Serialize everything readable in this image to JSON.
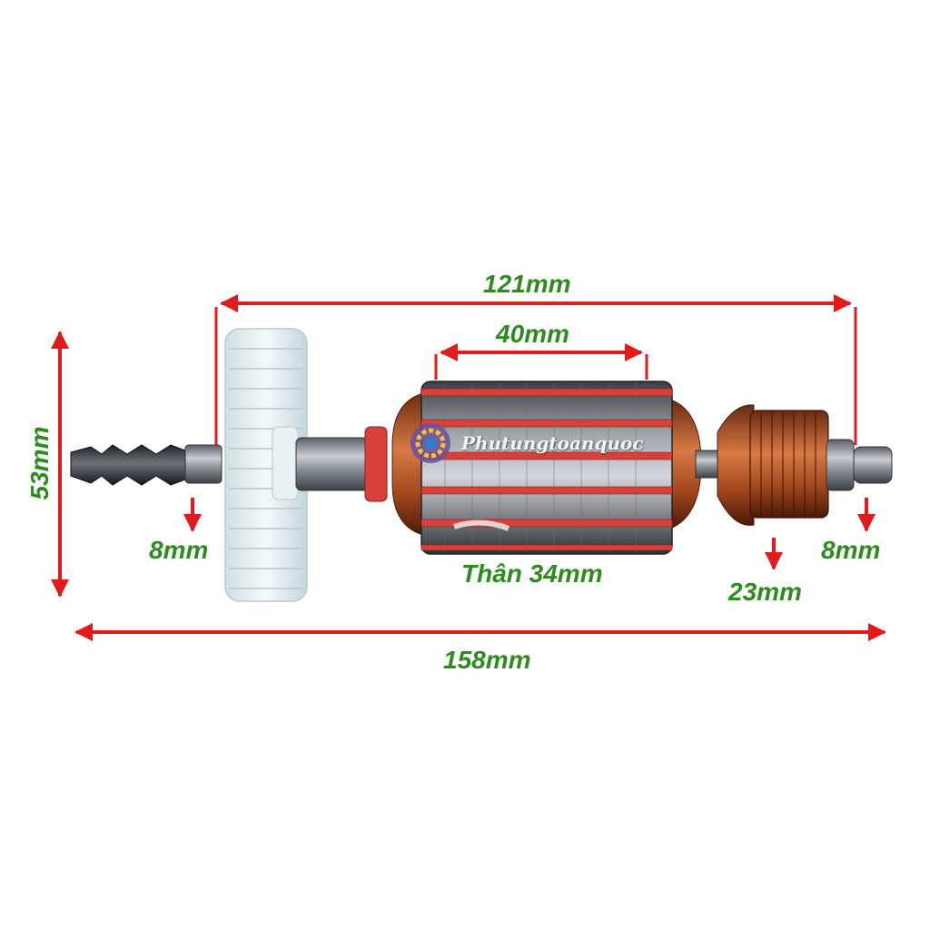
{
  "dimensions": {
    "overall_length": "158mm",
    "armature_length": "121mm",
    "core_length": "40mm",
    "height": "53mm",
    "core_diameter": "Thân 34mm",
    "shaft_left": "8mm",
    "shaft_right": "8mm",
    "commutator_diameter": "23mm"
  },
  "watermark": {
    "text": "Phutungtoanquoc",
    "logo": "gear-logo"
  },
  "colors": {
    "arrow": "#e11b1b",
    "label": "#2e8b1e",
    "fan": "#e6f1f2",
    "copper": "#b2592a",
    "steel": "#8c9096",
    "insulator_red": "#d8403a"
  }
}
